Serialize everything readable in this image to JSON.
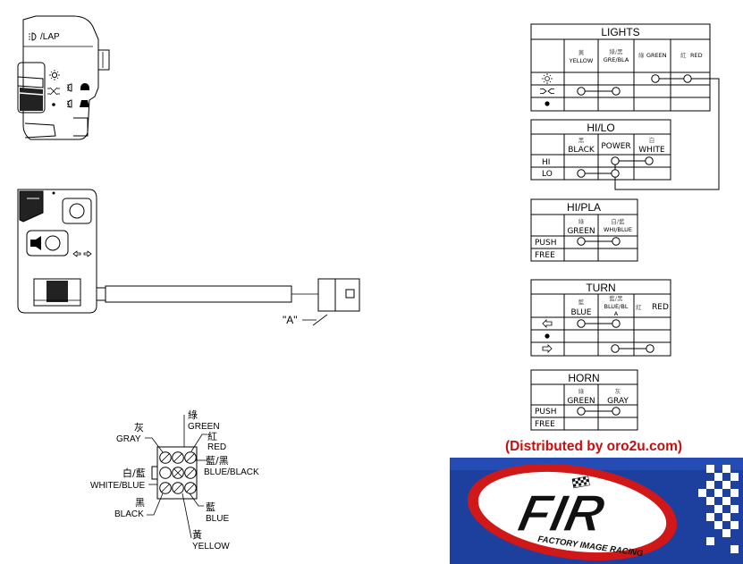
{
  "switch_annotations": {
    "pass_lap_label": "/LAP",
    "connector_label": "\"A\""
  },
  "connector_pinout": {
    "gray": {
      "cn": "灰",
      "en": "GRAY"
    },
    "green": {
      "cn": "綠",
      "en": "GREEN"
    },
    "red": {
      "cn": "紅",
      "en": "RED"
    },
    "blue_black": {
      "cn": "藍/黑",
      "en": "BLUE/BLACK"
    },
    "white_blue": {
      "cn": "白/藍",
      "en": "WHITE/BLUE"
    },
    "black": {
      "cn": "黑",
      "en": "BLACK"
    },
    "blue": {
      "cn": "藍",
      "en": "BLUE"
    },
    "yellow": {
      "cn": "黃",
      "en": "YELLOW"
    }
  },
  "tables": {
    "lights": {
      "title": "LIGHTS",
      "headers": [
        {
          "cn": "黃",
          "en": "YELLOW"
        },
        {
          "cn": "綠/黑",
          "en": "GRE/BLA"
        },
        {
          "cn": "綠",
          "en": "GREEN"
        },
        {
          "cn": "紅",
          "en": "RED"
        }
      ],
      "rows": [
        {
          "icon": "headlight-on-icon"
        },
        {
          "icon": "position-light-icon"
        },
        {
          "icon": "off-dot-icon"
        }
      ]
    },
    "hilo": {
      "title": "HI/LO",
      "headers": [
        {
          "cn": "黑",
          "en": "BLACK"
        },
        {
          "cn": "",
          "en": "POWER"
        },
        {
          "cn": "白",
          "en": "WHITE"
        }
      ],
      "rows": [
        "HI",
        "LO"
      ]
    },
    "hipla": {
      "title": "HI/PLA",
      "headers": [
        {
          "cn": "綠",
          "en": "GREEN"
        },
        {
          "cn": "白/藍",
          "en": "WHI/BLUE"
        }
      ],
      "rows": [
        "PUSH",
        "FREE"
      ]
    },
    "turn": {
      "title": "TURN",
      "headers": [
        {
          "cn": "藍",
          "en": "BLUE"
        },
        {
          "cn": "藍/黑",
          "en": "BLUE/BL",
          "en2": "A"
        },
        {
          "cn": "紅",
          "en": "RED"
        }
      ],
      "rows": [
        {
          "icon": "left-arrow-icon"
        },
        {
          "icon": "off-dot-icon"
        },
        {
          "icon": "right-arrow-icon"
        }
      ]
    },
    "horn": {
      "title": "HORN",
      "headers": [
        {
          "cn": "綠",
          "en": "GREEN"
        },
        {
          "cn": "灰",
          "en": "GRAY"
        }
      ],
      "rows": [
        "PUSH",
        "FREE"
      ]
    }
  },
  "distributor_notice": "(Distributed by oro2u.com)",
  "logo": {
    "mark": "FIR",
    "tagline": "FACTORY IMAGE RACING",
    "colors": {
      "frame": "#1d3f9e",
      "oval": "#d01818",
      "inner": "#ffffff",
      "text": "#111111"
    }
  }
}
